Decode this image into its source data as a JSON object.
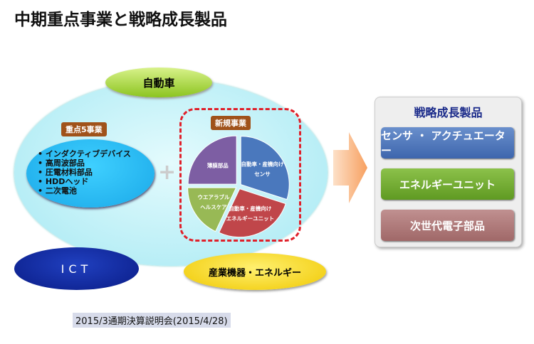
{
  "title": "中期重点事業と戦略成長製品",
  "automotive": "自動車",
  "core": {
    "label": "重点5事業",
    "items": [
      "インダクティブデバイス",
      "高周波部品",
      "圧電材料部品",
      "HDDヘッド",
      "二次電池"
    ]
  },
  "plus": "+",
  "new_business": {
    "label": "新規事業",
    "slices": [
      {
        "lines": [
          "自動車・産機向け",
          "センサ"
        ],
        "value": 30,
        "color": "#4a78bd"
      },
      {
        "lines": [
          "自動車・産機向け",
          "エネルギーユニット"
        ],
        "value": 27,
        "color": "#c0464a"
      },
      {
        "lines": [
          "ウエアラブル",
          "ヘルスケア"
        ],
        "value": 18,
        "color": "#98b955"
      },
      {
        "lines": [
          "薄膜部品"
        ],
        "value": 25,
        "color": "#7d5ea3"
      }
    ]
  },
  "ict": "ICT",
  "industrial": "産業機器・エネルギー",
  "strategic": {
    "title": "戦略成長製品",
    "items": [
      "センサ ・ アクチュエーター",
      "エネルギーユニット",
      "次世代電子部品"
    ]
  },
  "footer": "2015/3通期決算説明会(2015/4/28)"
}
